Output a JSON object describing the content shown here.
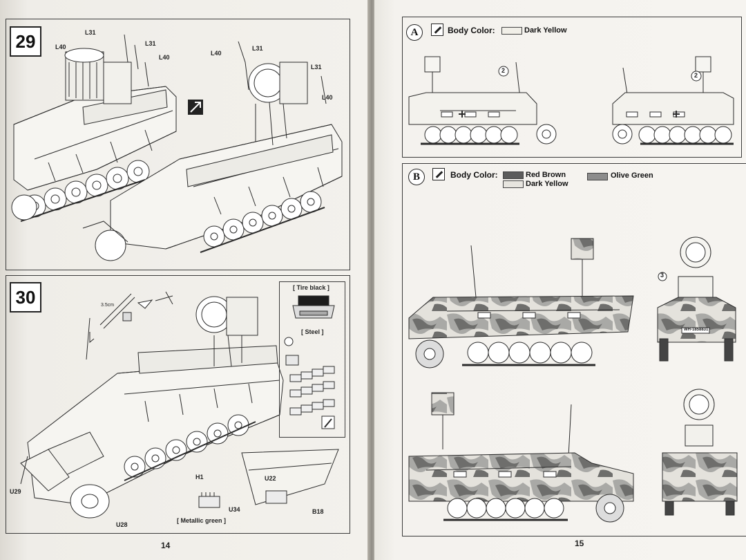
{
  "left_page": {
    "page_number": "14",
    "step29": {
      "number": "29",
      "labels": [
        "L31",
        "L40",
        "L31",
        "L40",
        "L31",
        "L40",
        "L31",
        "L40"
      ]
    },
    "step30": {
      "number": "30",
      "measure": "3.5cm",
      "labels": {
        "h1": "H1",
        "u22": "U22",
        "u34": "U34",
        "b18": "B18",
        "u29": "U29",
        "u28": "U28"
      },
      "tire_black": "[ Tire black ]",
      "steel": "[ Steel ]",
      "metallic_green": "[ Metallic green ]"
    }
  },
  "right_page": {
    "page_number": "15",
    "scheme_a": {
      "letter": "A",
      "body_color_label": "Body Color:",
      "color1": "Dark Yellow",
      "callouts": [
        "2",
        "2"
      ]
    },
    "scheme_b": {
      "letter": "B",
      "body_color_label": "Body Color:",
      "color1": "Red Brown",
      "color2": "Dark Yellow",
      "color3": "Olive Green",
      "callout": "3",
      "plate": "WH-1858831"
    },
    "colors": {
      "dark_yellow": "#f1efe8",
      "red_brown": "#5c5c5c",
      "olive_green": "#8c8c8c",
      "camo_light": "#e4e2dc",
      "camo_mid": "#a9a9a6",
      "camo_dark": "#6e6e6c"
    }
  }
}
